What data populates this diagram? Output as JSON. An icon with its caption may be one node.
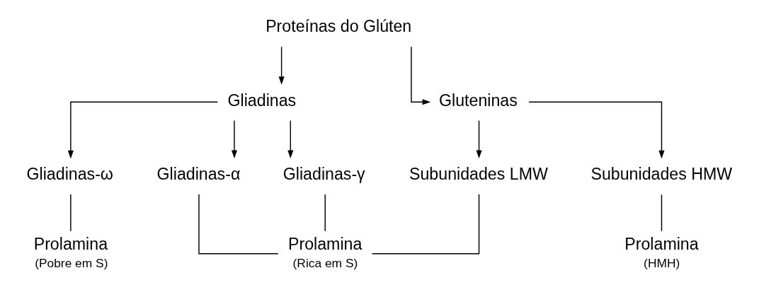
{
  "diagram": {
    "nodes": [
      {
        "text": [
          "Proteínas do Glúten"
        ]
      },
      {
        "text": [
          "Gliadinas"
        ]
      },
      {
        "text": [
          "Gluteninas"
        ]
      },
      {
        "text": [
          "Gliadinas-ω"
        ]
      },
      {
        "text": [
          "Gliadinas-α"
        ]
      },
      {
        "text": [
          "Gliadinas-γ"
        ]
      },
      {
        "text": [
          "Subunidades LMW"
        ]
      },
      {
        "text": [
          "Subunidades HMW"
        ]
      },
      {
        "text": [
          "Prolamina",
          "(Pobre em S)"
        ]
      },
      {
        "text": [
          "Prolamina",
          "(Rica em S)"
        ]
      },
      {
        "text": [
          "Prolamina",
          "(HMH)"
        ]
      }
    ],
    "edges": [
      {
        "from": 0,
        "to": 1,
        "arrow": "to"
      },
      {
        "from": 0,
        "to": 2,
        "arrow": "to"
      },
      {
        "from": 1,
        "to": 3,
        "arrow": "to"
      },
      {
        "from": 1,
        "to": 4,
        "arrow": "to"
      },
      {
        "from": 1,
        "to": 5,
        "arrow": "to"
      },
      {
        "from": 2,
        "to": 6,
        "arrow": "to"
      },
      {
        "from": 2,
        "to": 7,
        "arrow": "to"
      },
      {
        "from": 3,
        "to": 8,
        "arrow": "none"
      },
      {
        "from": 4,
        "to": 9,
        "arrow": "none"
      },
      {
        "from": 5,
        "to": 9,
        "arrow": "none"
      },
      {
        "from": 6,
        "to": 9,
        "arrow": "none"
      },
      {
        "from": 7,
        "to": 10,
        "arrow": "none"
      }
    ]
  }
}
